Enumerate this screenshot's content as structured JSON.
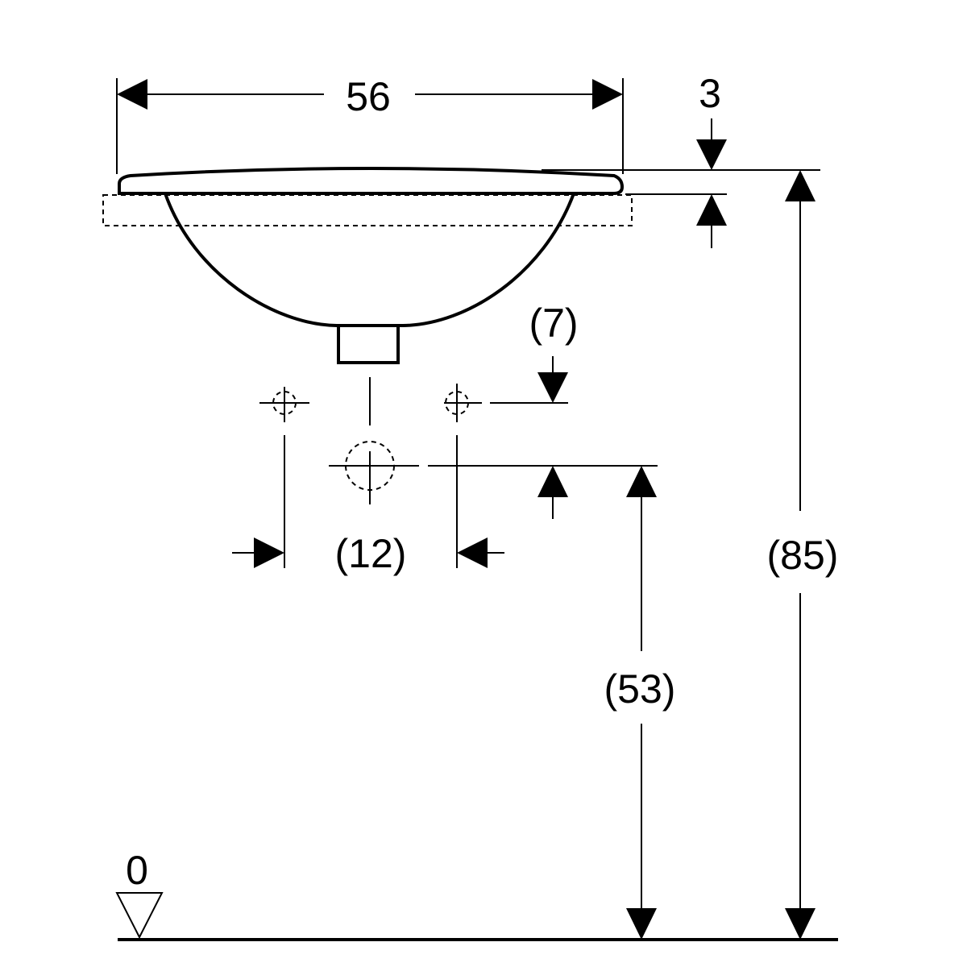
{
  "dimensions": {
    "width": "56",
    "rim_thickness": "3",
    "drain_offset": "(7)",
    "tap_spacing": "(12)",
    "total_height": "(85)",
    "drain_height": "(53)",
    "floor_level": "0"
  }
}
